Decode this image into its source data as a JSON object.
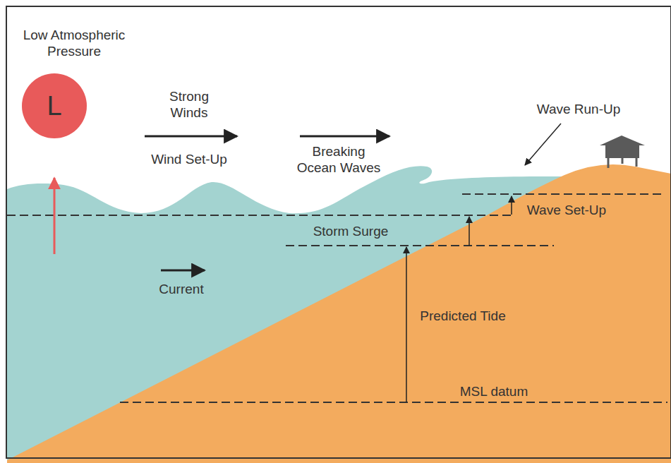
{
  "diagram": {
    "nodes": [
      {
        "text": [
          "Low Atmospheric Pressure",
          "L"
        ]
      }
    ],
    "labels": [
      "Strong Winds",
      "Wind Set-Up",
      "Breaking Ocean Waves",
      "Wave Run-Up",
      "Wave Set-Up",
      "Storm Surge",
      "Current",
      "Predicted Tide",
      "MSL datum"
    ]
  }
}
